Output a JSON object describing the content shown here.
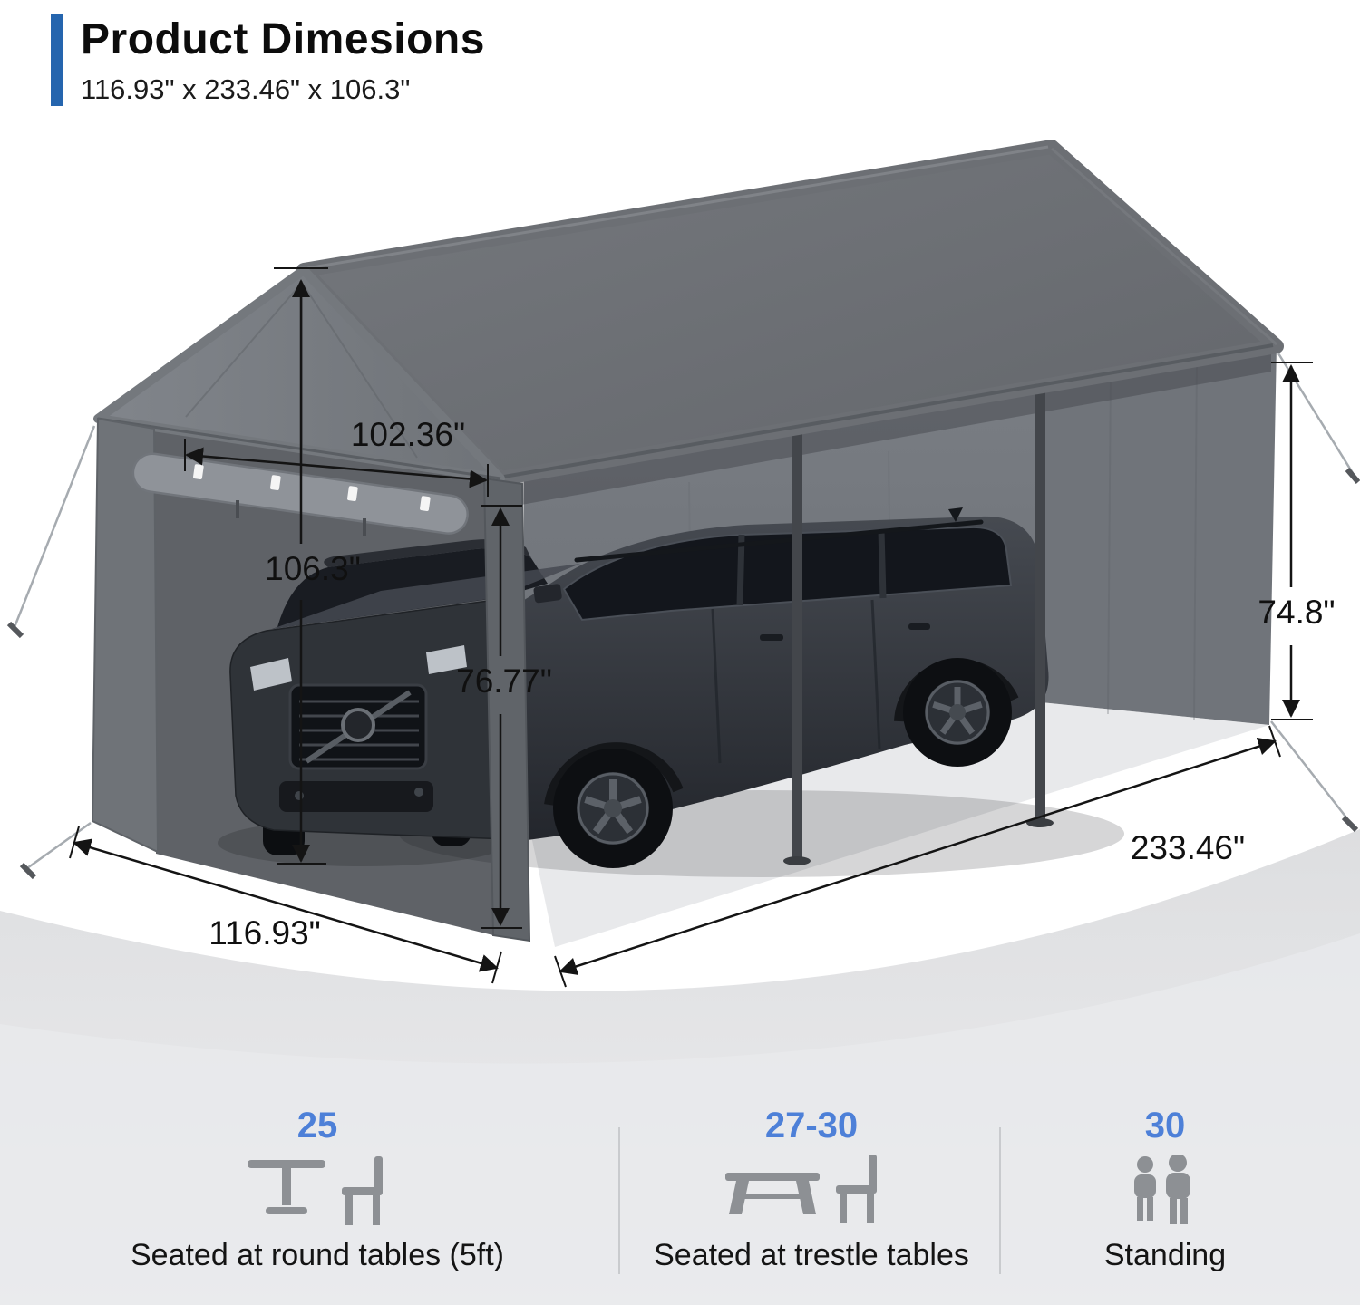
{
  "header": {
    "title": "Product Dimesions",
    "subtitle": "116.93\" x 233.46\" x 106.3\""
  },
  "diagram": {
    "subject": "carport-canopy-with-suv",
    "labels": {
      "front_top_width": "102.36\"",
      "peak_height": "106.3\"",
      "front_edge_height": "76.77\"",
      "rear_wall_height": "74.8\"",
      "side_length": "233.46\"",
      "front_width": "116.93\""
    }
  },
  "capacity": {
    "columns": [
      {
        "count": "25",
        "label": "Seated at round tables (5ft)",
        "icon": "round-table-chair-icon"
      },
      {
        "count": "27-30",
        "label": "Seated at trestle tables",
        "icon": "trestle-table-chair-icon"
      },
      {
        "count": "30",
        "label": "Standing",
        "icon": "standing-people-icon"
      }
    ]
  },
  "colors": {
    "accent_blue": "#2565ae",
    "count_blue": "#4d80d8",
    "canopy_gray": "#6e7176",
    "car_dark": "#2b2e34",
    "band_gray": "#e2e3e5",
    "icon_gray": "#8d9094"
  }
}
